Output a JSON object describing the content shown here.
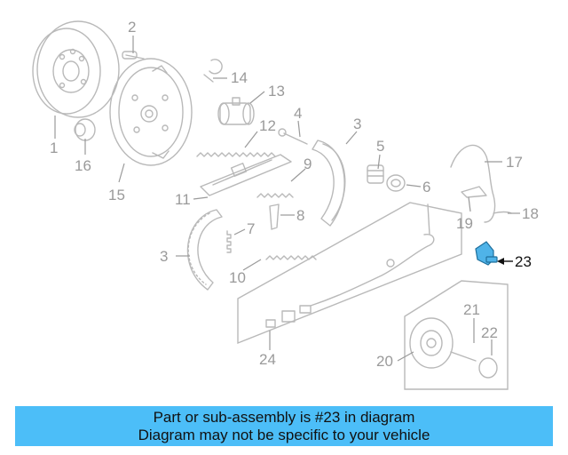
{
  "callouts": {
    "c1": "1",
    "c2": "2",
    "c3a": "3",
    "c3b": "3",
    "c4": "4",
    "c5": "5",
    "c6": "6",
    "c7": "7",
    "c8": "8",
    "c9": "9",
    "c10": "10",
    "c11": "11",
    "c12": "12",
    "c13": "13",
    "c14": "14",
    "c15": "15",
    "c16": "16",
    "c17": "17",
    "c18": "18",
    "c19": "19",
    "c20": "20",
    "c21": "21",
    "c22": "22",
    "c23": "23",
    "c24": "24"
  },
  "highlighted_part": "23",
  "colors": {
    "highlight": "#4fb3e8",
    "banner": "#4cbef8",
    "parts": "#b9b9b9"
  },
  "banner": {
    "line1": "Part or sub-assembly is #23 in diagram",
    "line2": "Diagram may not be specific to your vehicle"
  }
}
